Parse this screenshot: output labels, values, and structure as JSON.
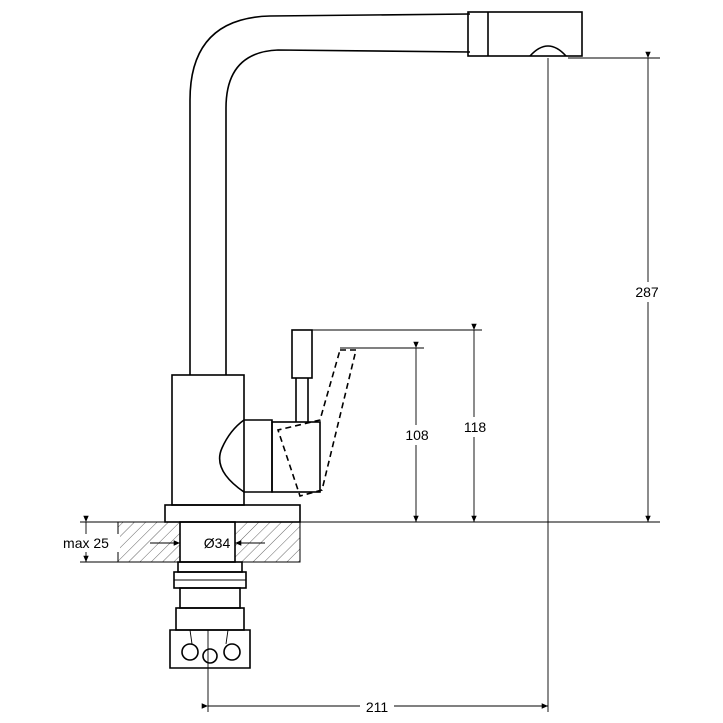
{
  "dimensions": {
    "spout_height": "287",
    "lever_height_open": "108",
    "lever_height_closed": "118",
    "max_counter_thickness": "max 25",
    "mount_hole_diameter": "Ø34",
    "spout_reach": "211"
  }
}
